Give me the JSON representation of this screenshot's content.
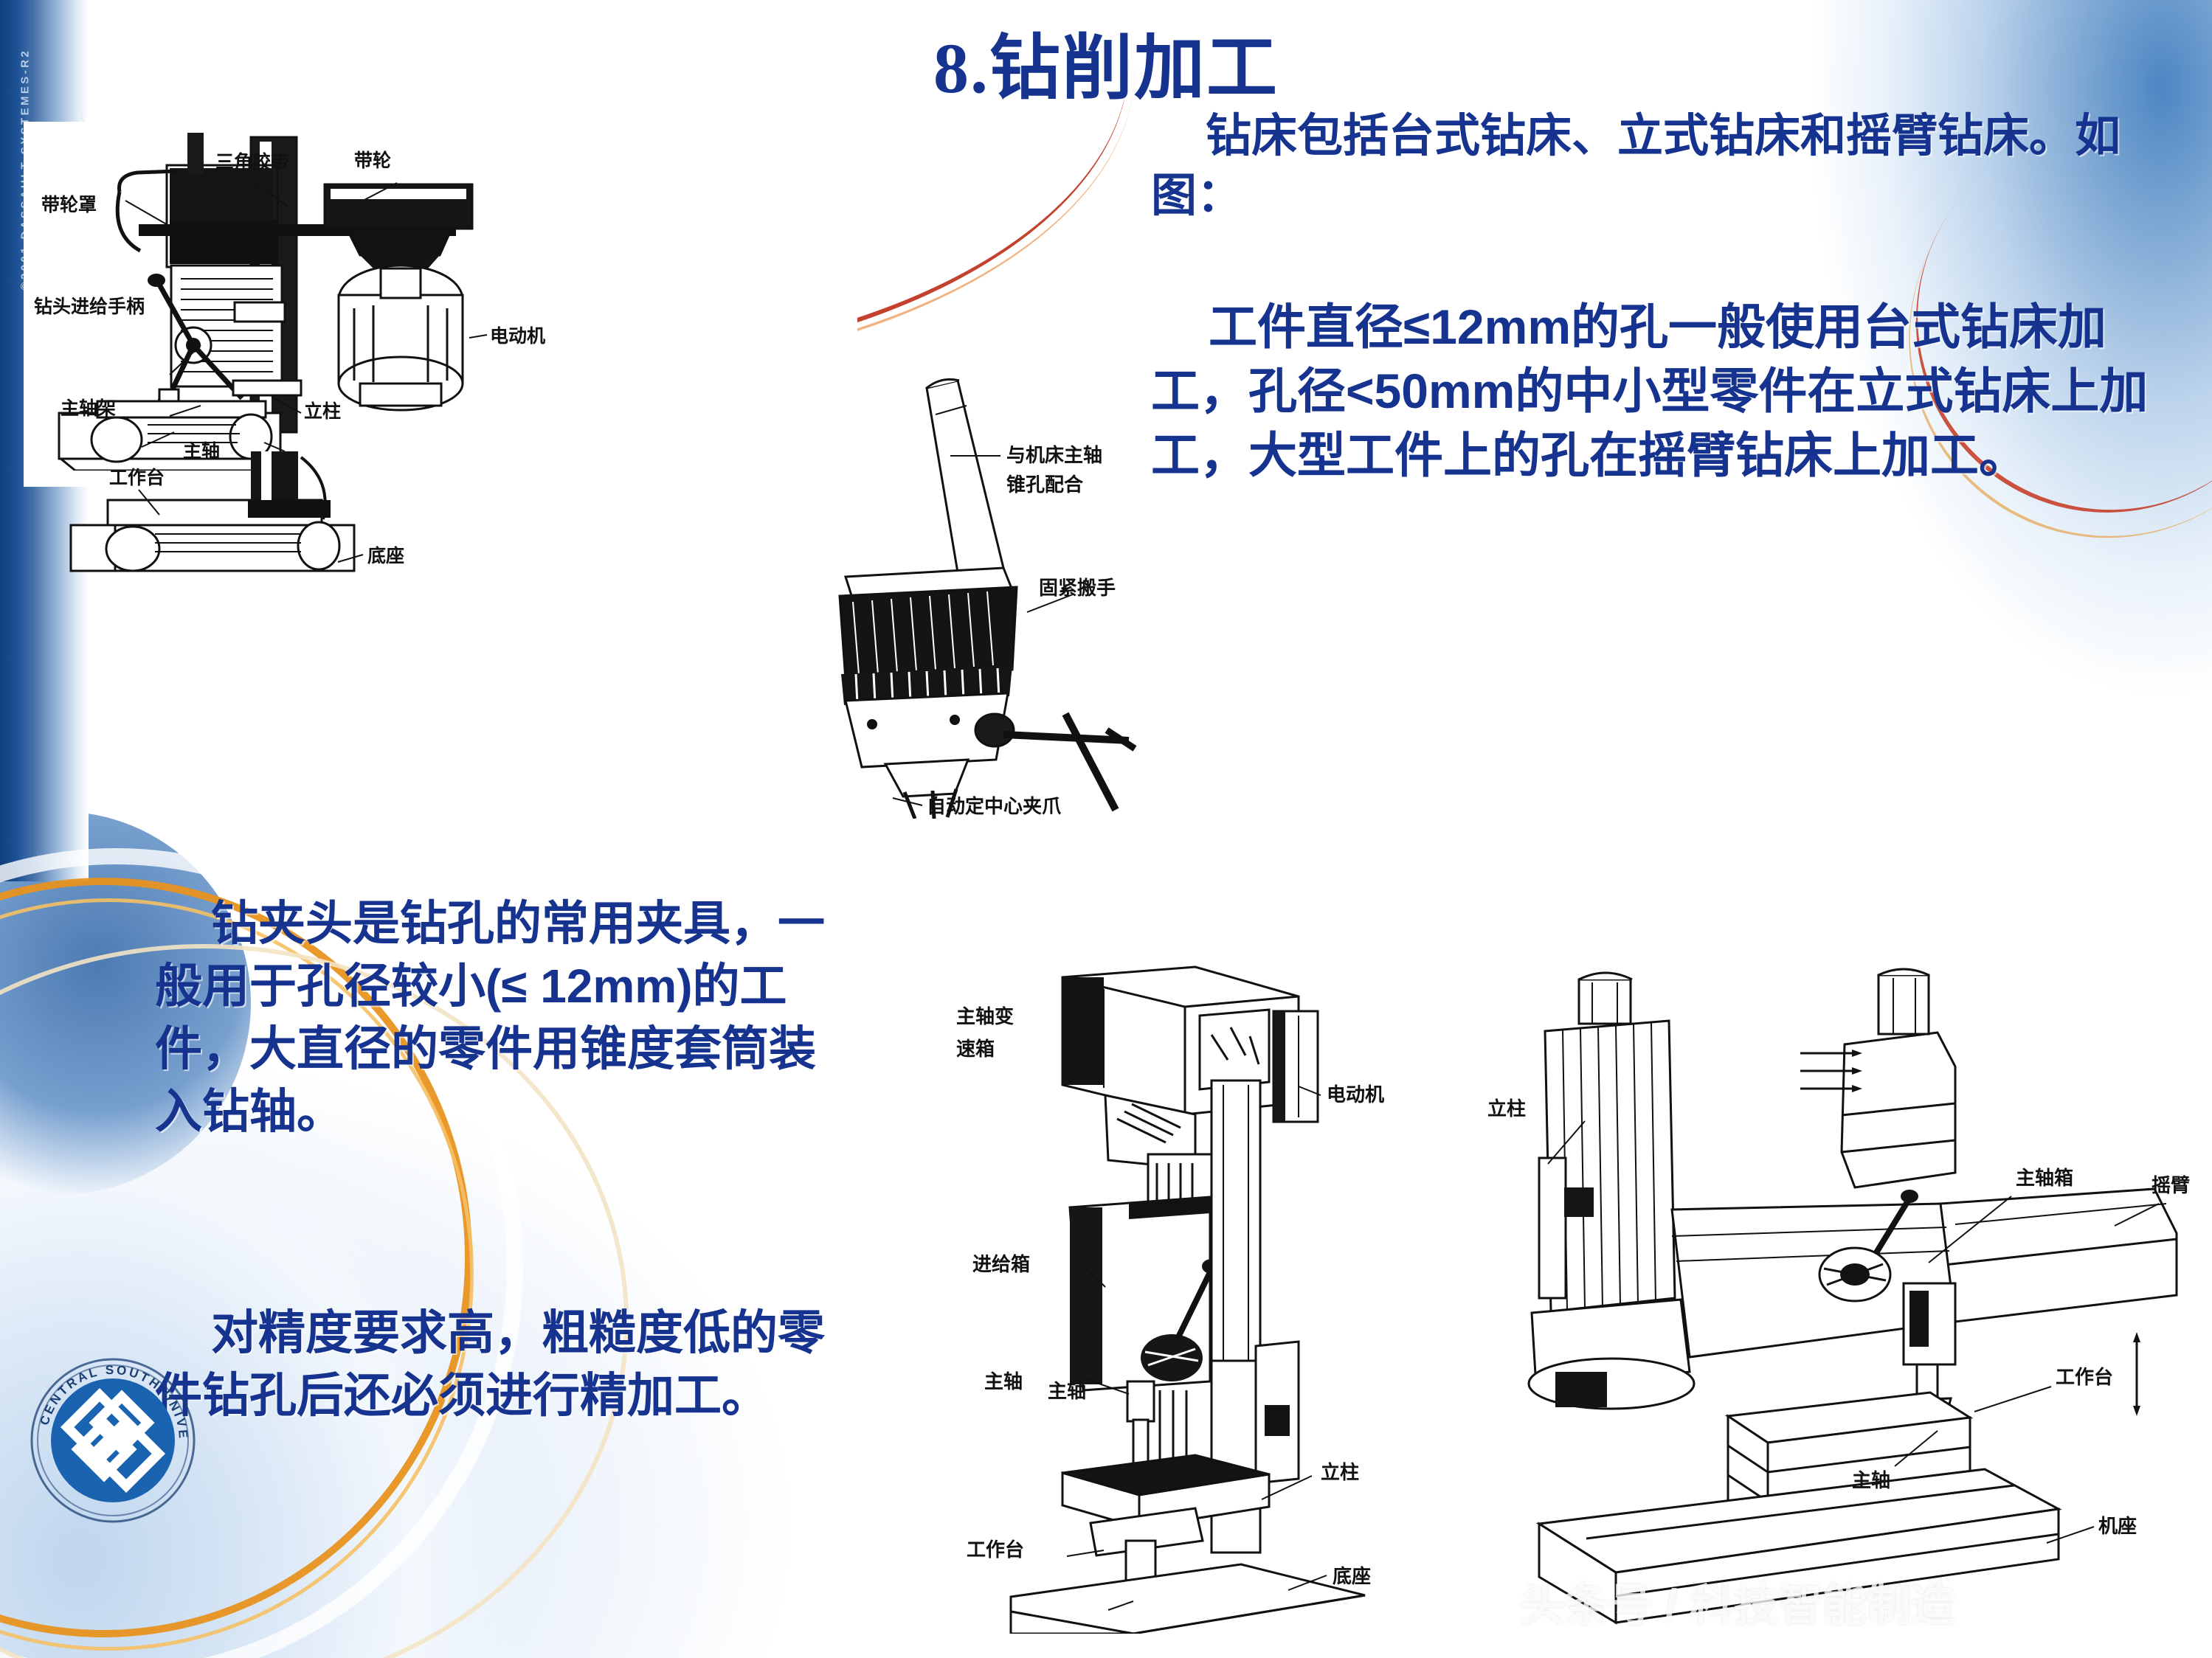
{
  "slide": {
    "title": "8.钻削加工",
    "side_credit": "©2001 DASSAULT SYSTEMES-R2",
    "watermark": "头条号 / 科技智能制造",
    "accent_color": "#16348f",
    "logo_alt": "CENTRAL SOUTH UNIVERSITY 中南大学"
  },
  "paragraphs": {
    "right_1": "钻床包括台式钻床、立式钻床和摇臂钻床。如图：",
    "right_2": "工件直径≤12mm的孔一般使用台式钻床加工，孔径<50mm的中小型零件在立式钻床上加工，大型工件上的孔在摇臂钻床上加工。",
    "left_1": "钻夹头是钻孔的常用夹具，一般用于孔径较小(≤ 12mm)的工件，大直径的零件用锥度套筒装入钻轴。",
    "left_2": "对精度要求高，粗糙度低的零件钻孔后还必须进行精加工。"
  },
  "figures": {
    "bench_drill": {
      "name": "台式钻床",
      "labels": {
        "belt_guard": "带轮罩",
        "vee_belt": "三角胶带",
        "pulley": "带轮",
        "feed_handle": "钻头进给手柄",
        "spindle_frame": "主轴架",
        "motor": "电动机",
        "spindle": "主轴",
        "column": "立柱",
        "worktable": "工作台",
        "base": "底座"
      }
    },
    "drill_chuck": {
      "name": "钻夹头",
      "labels": {
        "taper_fit_line1": "与机床主轴",
        "taper_fit_line2": "锥孔配合",
        "wrench": "固紧搬手",
        "self_centering_jaws": "自动定中心夹爪"
      }
    },
    "vertical_drill": {
      "name": "立式钻床",
      "labels": {
        "gearbox_line1": "主轴变",
        "gearbox_line2": "速箱",
        "motor": "电动机",
        "feed_box": "进给箱",
        "column": "立柱",
        "spindle": "主轴",
        "worktable": "工作台",
        "base": "底座"
      }
    },
    "radial_drill": {
      "name": "摇臂钻床",
      "labels": {
        "column": "立柱",
        "spindle_head": "主轴箱",
        "arm": "摇臂",
        "spindle": "主轴",
        "worktable": "工作台",
        "base": "机座"
      }
    }
  }
}
